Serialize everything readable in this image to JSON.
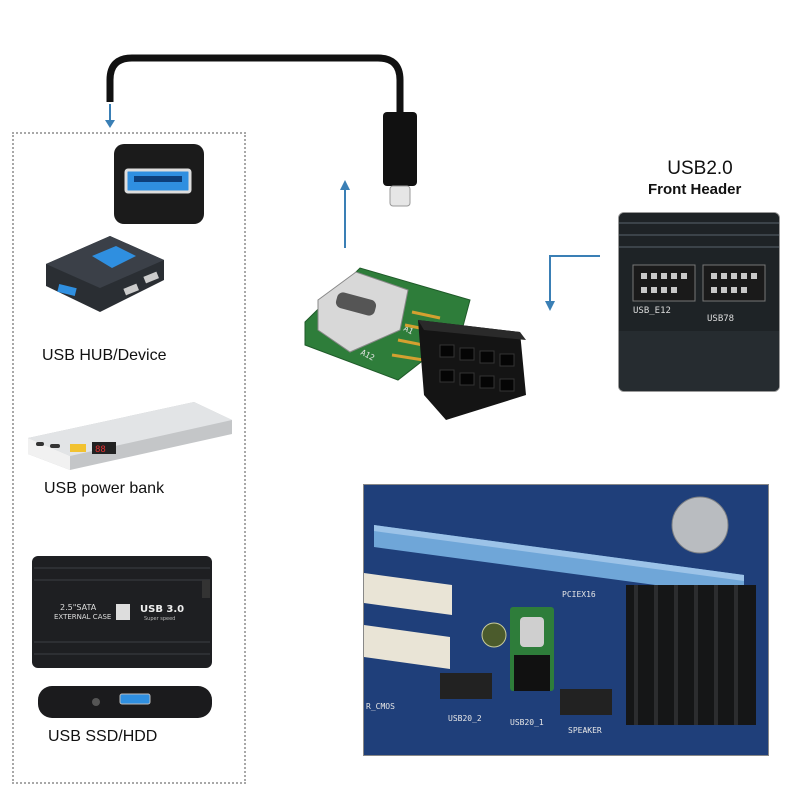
{
  "devices": {
    "hub_label": "USB HUB/Device",
    "powerbank_label": "USB power bank",
    "ssd_label": "USB SSD/HDD"
  },
  "front_header": {
    "title": "USB2.0",
    "subtitle": "Front Header",
    "port_labels": [
      "USB_E12",
      "USB78"
    ]
  },
  "adapter": {
    "pin_labels": [
      "A1",
      "A12"
    ]
  },
  "enclosure": {
    "text_left": "2.5\"SATA",
    "text_left2": "EXTERNAL CASE",
    "text_right": "USB 3.0",
    "text_right2": "Super speed"
  },
  "motherboard": {
    "labels": [
      "PCIEX16",
      "USB20_2",
      "USB20_1",
      "SPEAKER",
      "R_CMOS"
    ]
  },
  "colors": {
    "cable": "#111111",
    "arrow": "#3a7fb5",
    "usb_blue": "#2f8fe0",
    "pcb_green": "#2e7d3a",
    "mobo_blue": "#1f3f7a"
  }
}
